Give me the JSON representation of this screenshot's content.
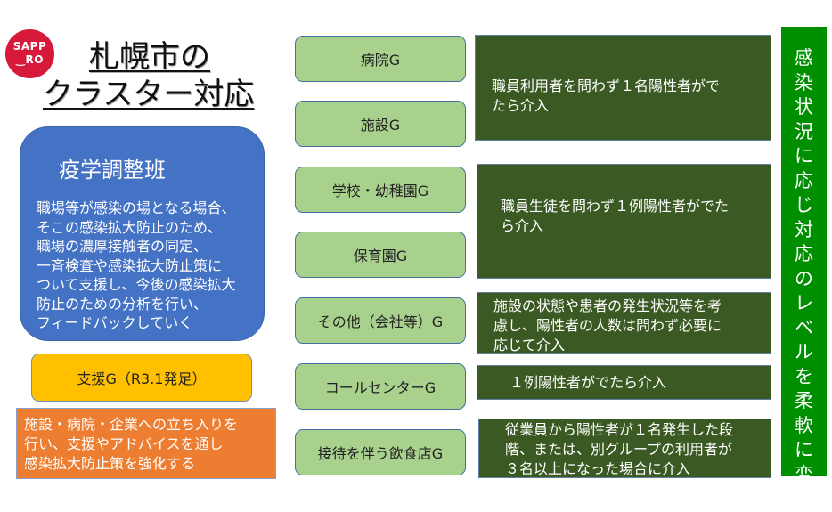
{
  "logo": {
    "line1": "SAPP",
    "line2": "‿RO"
  },
  "title": {
    "line1": "札幌市の",
    "line2": "クラスター対応"
  },
  "epi_team": {
    "heading": "疫学調整班",
    "lines": [
      "職場等が感染の場となる場合、",
      "そこの感染拡大防止のため、",
      "職場の濃厚接触者の同定、",
      "一斉検査や感染拡大防止策に",
      "ついて支援し、今後の感染拡大",
      "防止のための分析を行い、",
      "フィードバックしていく"
    ]
  },
  "support": {
    "label": "支援G（R3.1発足）",
    "lines": [
      "施設・病院・企業への立ち入りを",
      "行い、支援やアドバイスを通し",
      "感染拡大防止策を強化する"
    ]
  },
  "groups": [
    "病院G",
    "施設G",
    "学校・幼稚園G",
    "保育園G",
    "その他（会社等）G",
    "コールセンターG",
    "接待を伴う飲食店G"
  ],
  "criteria": [
    {
      "lines": [
        "職員利用者を問わず１名陽性者がで",
        "たら介入"
      ]
    },
    {
      "lines": [
        "職員生徒を問わず１例陽性者がでた",
        "ら介入"
      ]
    },
    {
      "lines": [
        "施設の状態や患者の発生状況等を考",
        "慮し、陽性者の人数は問わず必要に",
        "応じて介入"
      ]
    },
    {
      "lines": [
        "１例陽性者がでたら介入"
      ]
    },
    {
      "lines": [
        "従業員から陽性者が１名発生した段",
        "階、または、別グループの利用者が",
        "３名以上になった場合に介入"
      ]
    }
  ],
  "side_note": "感染状況に応じ対応のレベルを柔軟に変更"
}
